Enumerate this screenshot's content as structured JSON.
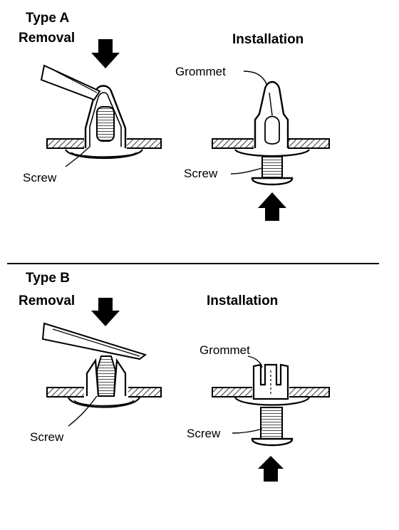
{
  "typeA": {
    "title": "Type A",
    "removal": "Removal",
    "installation": "Installation",
    "grommet": "Grommet",
    "screw_removal": "Screw",
    "screw_install": "Screw"
  },
  "typeB": {
    "title": "Type B",
    "removal": "Removal",
    "installation": "Installation",
    "grommet": "Grommet",
    "screw_removal": "Screw",
    "screw_install": "Screw"
  }
}
